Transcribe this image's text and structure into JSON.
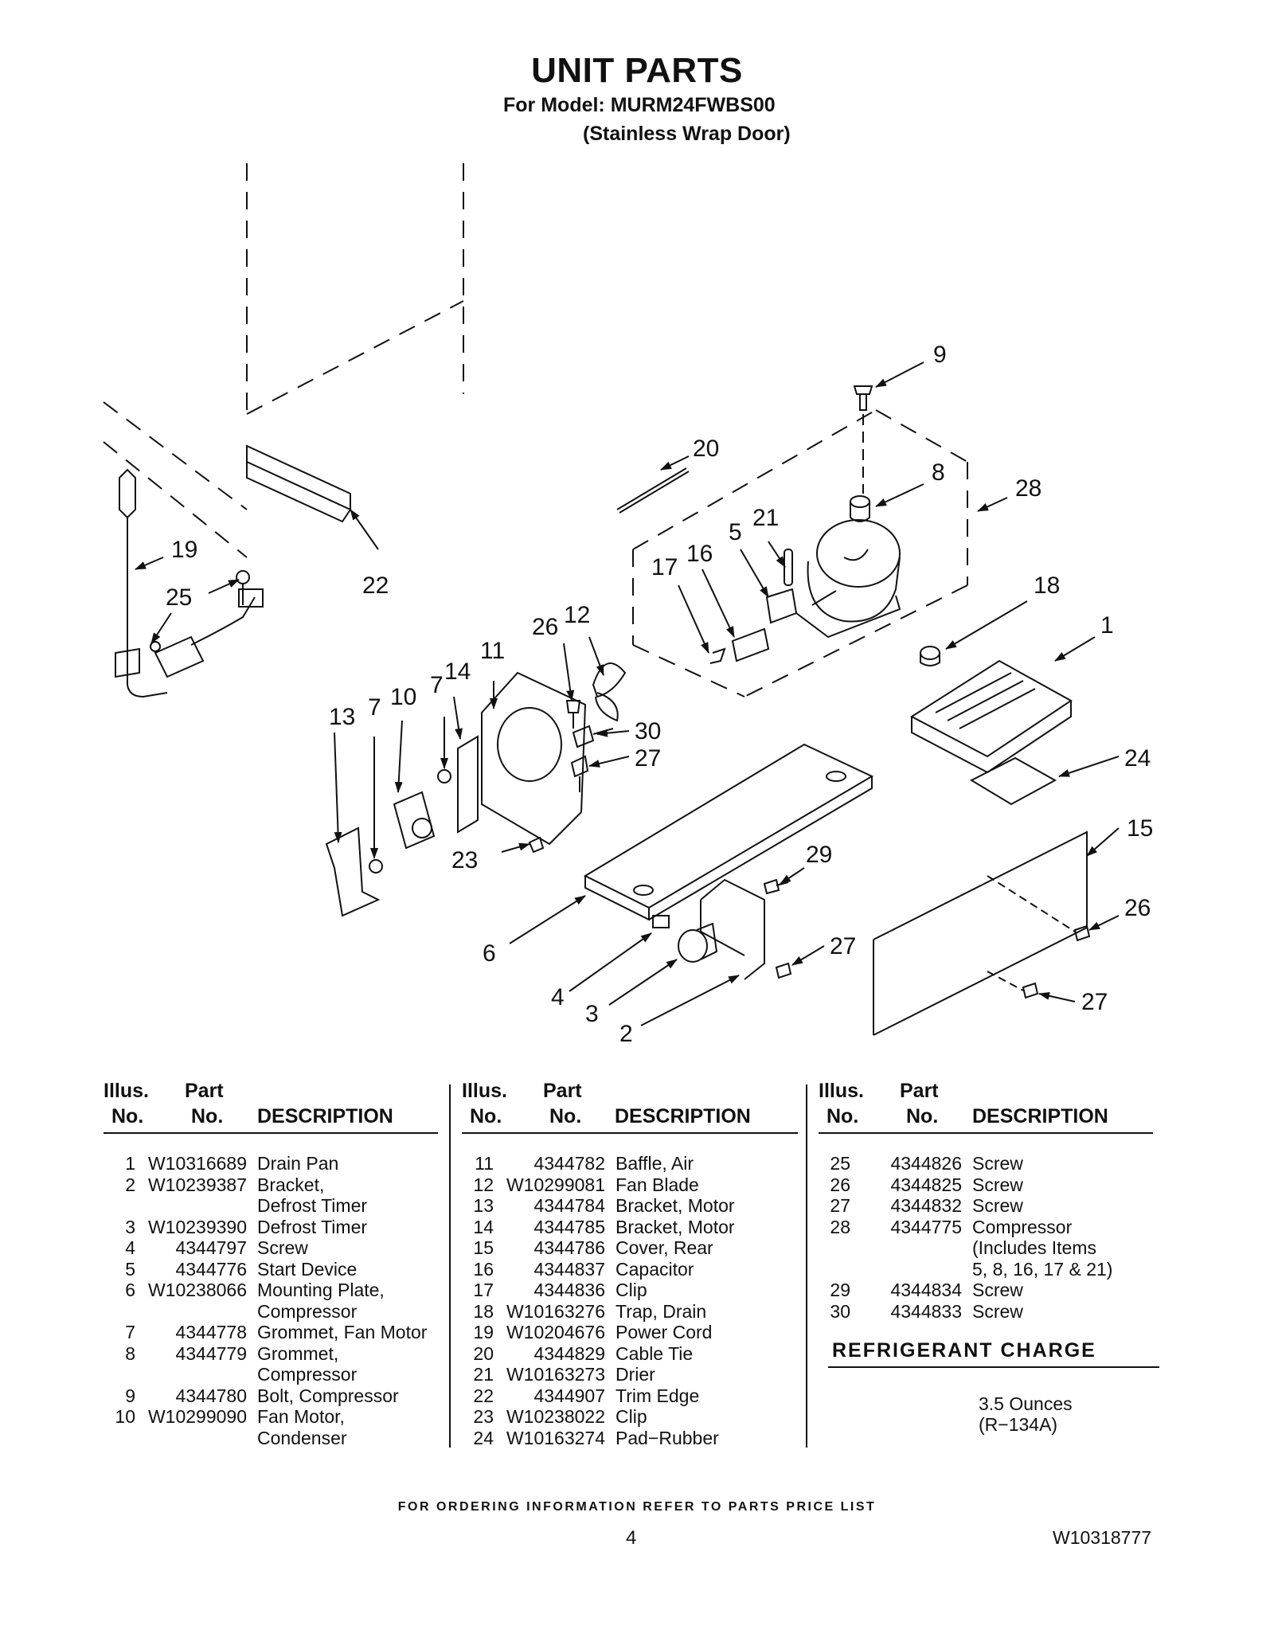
{
  "header": {
    "title": "UNIT PARTS",
    "model_line": "For Model: MURM24FWBS00",
    "variant_line": "(Stainless Wrap Door)"
  },
  "diagram": {
    "callouts": [
      "9",
      "20",
      "8",
      "28",
      "21",
      "5",
      "16",
      "17",
      "18",
      "1",
      "19",
      "25",
      "22",
      "26",
      "12",
      "11",
      "14",
      "7",
      "10",
      "13",
      "7",
      "30",
      "27",
      "24",
      "15",
      "23",
      "29",
      "26",
      "6",
      "27",
      "4",
      "3",
      "2",
      "27"
    ]
  },
  "table": {
    "headers": {
      "illus_1": "Illus.",
      "illus_2": "No.",
      "part_1": "Part",
      "part_2": "No.",
      "description": "DESCRIPTION"
    },
    "columns": [
      [
        {
          "no": "1",
          "part": "W10316689",
          "desc": "Drain Pan"
        },
        {
          "no": "2",
          "part": "W10239387",
          "desc": "Bracket,"
        },
        {
          "no": "",
          "part": "",
          "desc": "Defrost Timer"
        },
        {
          "no": "3",
          "part": "W10239390",
          "desc": "Defrost Timer"
        },
        {
          "no": "4",
          "part": "4344797",
          "desc": "Screw"
        },
        {
          "no": "5",
          "part": "4344776",
          "desc": "Start Device"
        },
        {
          "no": "6",
          "part": "W10238066",
          "desc": "Mounting Plate,"
        },
        {
          "no": "",
          "part": "",
          "desc": "Compressor"
        },
        {
          "no": "7",
          "part": "4344778",
          "desc": "Grommet, Fan Motor"
        },
        {
          "no": "8",
          "part": "4344779",
          "desc": "Grommet,"
        },
        {
          "no": "",
          "part": "",
          "desc": "Compressor"
        },
        {
          "no": "9",
          "part": "4344780",
          "desc": "Bolt, Compressor"
        },
        {
          "no": "10",
          "part": "W10299090",
          "desc": "Fan Motor,"
        },
        {
          "no": "",
          "part": "",
          "desc": "Condenser"
        }
      ],
      [
        {
          "no": "11",
          "part": "4344782",
          "desc": "Baffle, Air"
        },
        {
          "no": "12",
          "part": "W10299081",
          "desc": "Fan Blade"
        },
        {
          "no": "13",
          "part": "4344784",
          "desc": "Bracket, Motor"
        },
        {
          "no": "14",
          "part": "4344785",
          "desc": "Bracket, Motor"
        },
        {
          "no": "15",
          "part": "4344786",
          "desc": "Cover, Rear"
        },
        {
          "no": "16",
          "part": "4344837",
          "desc": "Capacitor"
        },
        {
          "no": "17",
          "part": "4344836",
          "desc": "Clip"
        },
        {
          "no": "18",
          "part": "W10163276",
          "desc": "Trap, Drain"
        },
        {
          "no": "19",
          "part": "W10204676",
          "desc": "Power Cord"
        },
        {
          "no": "20",
          "part": "4344829",
          "desc": "Cable Tie"
        },
        {
          "no": "21",
          "part": "W10163273",
          "desc": "Drier"
        },
        {
          "no": "22",
          "part": "4344907",
          "desc": "Trim Edge"
        },
        {
          "no": "23",
          "part": "W10238022",
          "desc": "Clip"
        },
        {
          "no": "24",
          "part": "W10163274",
          "desc": "Pad−Rubber"
        }
      ],
      [
        {
          "no": "25",
          "part": "4344826",
          "desc": "Screw"
        },
        {
          "no": "26",
          "part": "4344825",
          "desc": "Screw"
        },
        {
          "no": "27",
          "part": "4344832",
          "desc": "Screw"
        },
        {
          "no": "28",
          "part": "4344775",
          "desc": "Compressor"
        },
        {
          "no": "",
          "part": "",
          "desc": "(Includes Items"
        },
        {
          "no": "",
          "part": "",
          "desc": "5, 8, 16, 17 & 21)"
        },
        {
          "no": "29",
          "part": "4344834",
          "desc": "Screw"
        },
        {
          "no": "30",
          "part": "4344833",
          "desc": "Screw"
        }
      ]
    ]
  },
  "refrigerant": {
    "title": "REFRIGERANT CHARGE",
    "amount": "3.5 Ounces",
    "type": "(R−134A)"
  },
  "footer": {
    "note": "FOR ORDERING INFORMATION REFER TO PARTS PRICE LIST",
    "page": "4",
    "doc_number": "W10318777"
  }
}
